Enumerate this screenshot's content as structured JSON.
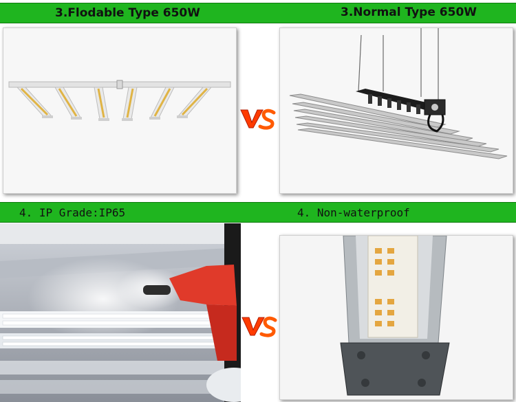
{
  "comparison_top": {
    "left_heading": "3.Flodable Type 650W",
    "right_heading": "3.Normal Type 650W",
    "vs_label": "VS"
  },
  "comparison_bottom": {
    "left_heading": "4. IP Grade:IP65",
    "right_heading": "4. Non-waterproof",
    "vs_label": "VS"
  },
  "colors": {
    "header_band": "#1fb51f",
    "vs_text": "#ff3b00",
    "led_strip": "#e8b95a"
  }
}
